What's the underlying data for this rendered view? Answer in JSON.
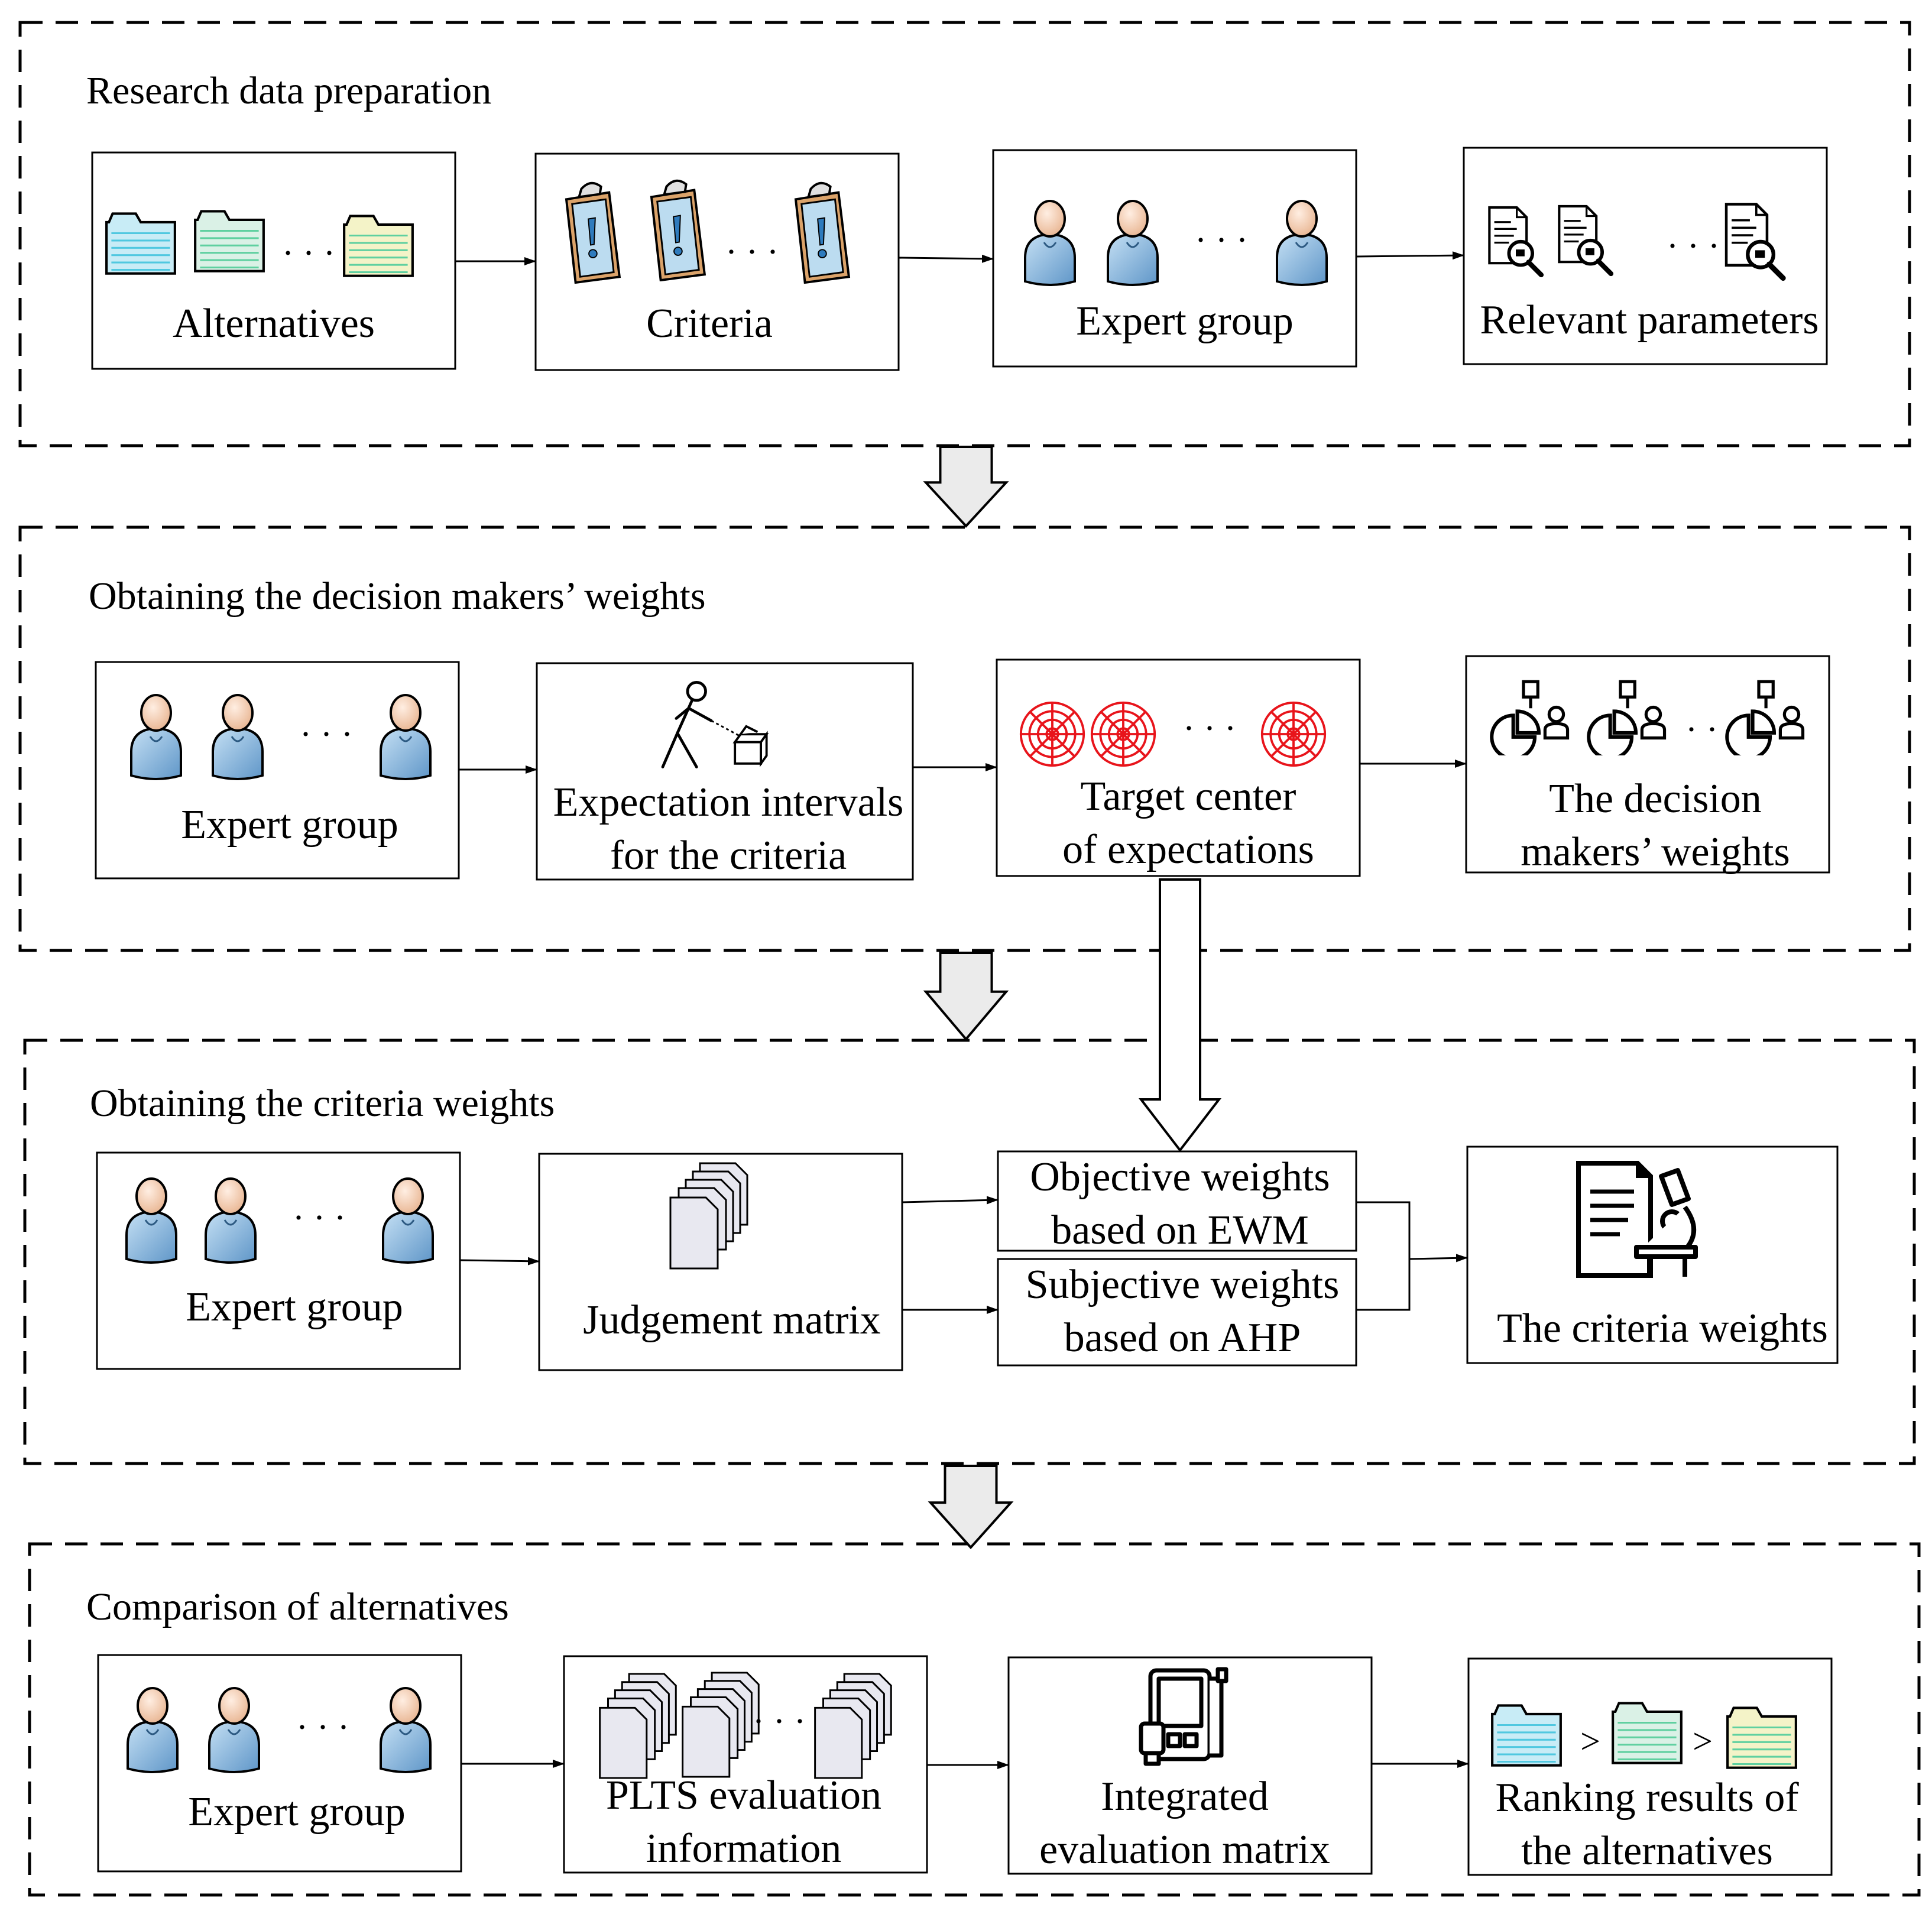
{
  "stages": [
    {
      "title": "Research data preparation",
      "boxes": [
        {
          "label_lines": [
            "Alternatives"
          ],
          "icon": "folder-icon"
        },
        {
          "label_lines": [
            "Criteria"
          ],
          "icon": "clipboard-icon"
        },
        {
          "label_lines": [
            "Expert group"
          ],
          "icon": "person-icon"
        },
        {
          "label_lines": [
            "Relevant parameters"
          ],
          "icon": "document-search-icon"
        }
      ]
    },
    {
      "title": "Obtaining the decision makers’ weights",
      "boxes": [
        {
          "label_lines": [
            "Expert group"
          ],
          "icon": "person-icon"
        },
        {
          "label_lines": [
            "Expectation intervals",
            "for the criteria"
          ],
          "icon": "person-throwing-icon"
        },
        {
          "label_lines": [
            "Target center",
            "of expectations"
          ],
          "icon": "target-icon"
        },
        {
          "label_lines": [
            "The decision",
            "makers’ weights"
          ],
          "icon": "pie-person-icon"
        }
      ]
    },
    {
      "title": "Obtaining the criteria weights",
      "boxes": [
        {
          "label_lines": [
            "Expert group"
          ],
          "icon": "person-icon"
        },
        {
          "label_lines": [
            "Judgement matrix"
          ],
          "icon": "stacked-pages-icon"
        },
        {
          "label_lines": [
            "Objective weights",
            "based on EWM"
          ]
        },
        {
          "label_lines": [
            "Subjective weights",
            "based on AHP"
          ]
        },
        {
          "label_lines": [
            "The criteria weights"
          ],
          "icon": "report-microscope-icon"
        }
      ]
    },
    {
      "title": "Comparison of alternatives",
      "boxes": [
        {
          "label_lines": [
            "Expert group"
          ],
          "icon": "person-icon"
        },
        {
          "label_lines": [
            "PLTS evaluation",
            "information"
          ],
          "icon": "stacked-pages-icon"
        },
        {
          "label_lines": [
            "Integrated",
            "evaluation matrix"
          ],
          "icon": "device-icon"
        },
        {
          "label_lines": [
            "Ranking results of",
            "the alternatives"
          ],
          "icon": "folder-icon"
        }
      ]
    }
  ],
  "ellipsis": "· · ·",
  "ranking_symbol": ">",
  "colors": {
    "folder_1": "#c8ecf6",
    "folder_2": "#daf1e6",
    "folder_3": "#f4f3c8",
    "folder_lines": "#5fd0a0",
    "person_body": "#9ec4e4",
    "person_head": "#f6d6c0",
    "clipboard": "#dba36a",
    "clipboard_paper": "#bcdcf0",
    "target": "#e8141b",
    "hollow_arrow": "#ebebeb"
  }
}
